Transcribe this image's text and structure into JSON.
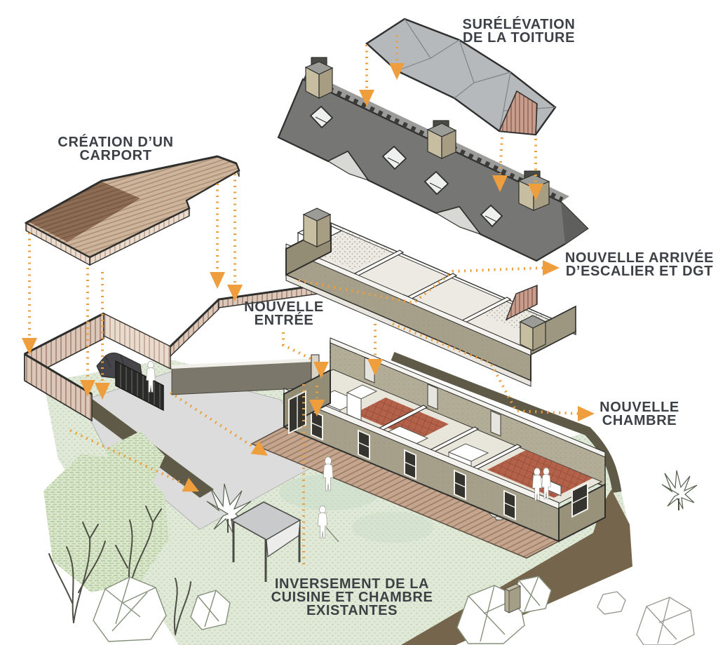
{
  "diagram": {
    "type": "exploded-axonometric-renovation-diagram",
    "language": "fr",
    "labels": {
      "roof_elevation": {
        "line1": "SURÉLÉVATION",
        "line2": "DE LA TOITURE"
      },
      "carport": {
        "line1": "CRÉATION D’UN",
        "line2": "CARPORT"
      },
      "new_entrance": {
        "line1": "NOUVELLE",
        "line2": "ENTRÉE"
      },
      "stair_arrival": {
        "line1": "NOUVELLE ARRIVÉE",
        "line2": "D’ESCALIER ET DGT"
      },
      "new_bedroom": {
        "line1": "NOUVELLE",
        "line2": "CHAMBRE"
      },
      "kitchen_bedroom_swap": {
        "line1": "INVERSEMENT DE LA",
        "line2": "CUISINE ET CHAMBRE",
        "line3": "EXISTANTES"
      }
    },
    "colors": {
      "accent_orange": "#EE9E3C",
      "label_text": "#3D4145",
      "existing_roof": "#767675",
      "new_roof_plate": "#B6B9BB",
      "wall_khaki": "#A6A08A",
      "wall_khaki_dark": "#948D75",
      "wood_plank": "#CDB49C",
      "wood_plank_dark": "#8D6C53",
      "wood_slats": "#DCC8BA",
      "gable_wood": "#C99D8D",
      "terracotta": "#B4614A",
      "grass": "#E0E9D8",
      "driveway": "#DBDCDB",
      "hedge": "#5F5A48",
      "earth": "#76654D",
      "deck": "#C4A68E",
      "black_fence": "#2A2A28"
    }
  }
}
